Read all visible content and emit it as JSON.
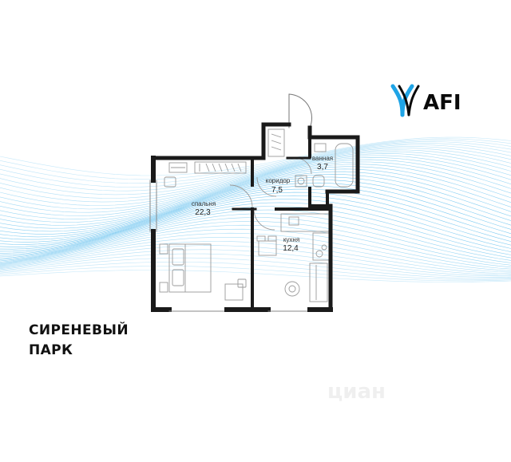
{
  "brand": {
    "line1": "СИРЕНЕВЫЙ",
    "line2": "ПАРК"
  },
  "logo": {
    "text": "AFI",
    "icon": "afi-logo-icon",
    "color": "#1fa4e6"
  },
  "rooms": [
    {
      "id": "bedroom",
      "label": "спальня",
      "area": "22,3"
    },
    {
      "id": "corridor",
      "label": "коридор",
      "area": "7,5"
    },
    {
      "id": "bathroom",
      "label": "ванная",
      "area": "3,7"
    },
    {
      "id": "kitchen",
      "label": "кухня",
      "area": "12,4"
    }
  ],
  "watermark": "циан",
  "colors": {
    "wall": "#1a1a1a",
    "furniture": "#9a9a9a",
    "wave": "#2aa9e8"
  }
}
